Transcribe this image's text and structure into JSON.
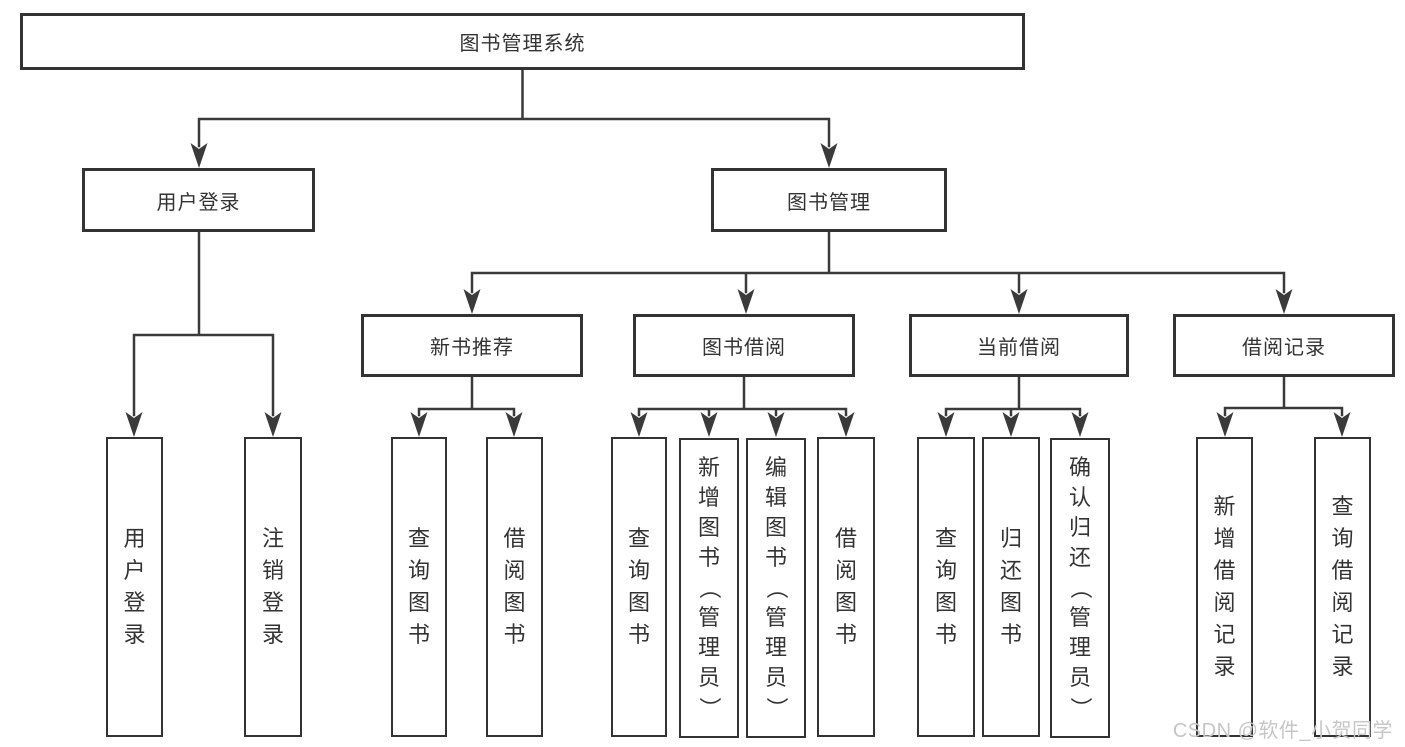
{
  "diagram": {
    "root": {
      "label": "图书管理系统",
      "children": [
        {
          "label": "用户登录",
          "children": [
            {
              "label": "用户登录"
            },
            {
              "label": "注销登录"
            }
          ]
        },
        {
          "label": "图书管理",
          "children": [
            {
              "label": "新书推荐",
              "children": [
                {
                  "label": "查询图书"
                },
                {
                  "label": "借阅图书"
                }
              ]
            },
            {
              "label": "图书借阅",
              "children": [
                {
                  "label": "查询图书"
                },
                {
                  "label": "新增图书（管理员）"
                },
                {
                  "label": "编辑图书（管理员）"
                },
                {
                  "label": "借阅图书"
                }
              ]
            },
            {
              "label": "当前借阅",
              "children": [
                {
                  "label": "查询图书"
                },
                {
                  "label": "归还图书"
                },
                {
                  "label": "确认归还（管理员）"
                }
              ]
            },
            {
              "label": "借阅记录",
              "children": [
                {
                  "label": "新增借阅记录"
                },
                {
                  "label": "查询借阅记录"
                }
              ]
            }
          ]
        }
      ]
    },
    "colors": {
      "line": "#3a3a3a",
      "box_border": "#333333",
      "text": "#333333",
      "background": "#ffffff"
    }
  },
  "watermark": {
    "text": "CSDN @软件_小贺同学",
    "color": "#c6c6c6"
  }
}
